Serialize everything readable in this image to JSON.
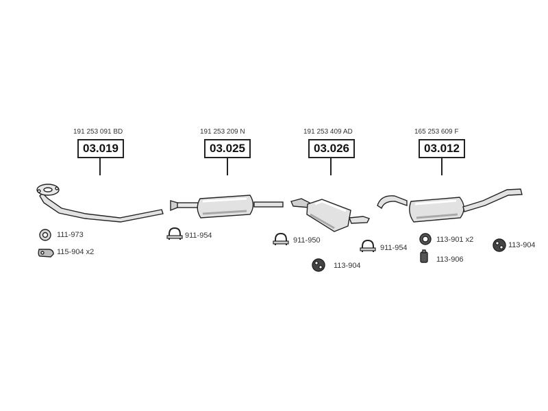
{
  "assemblies": [
    {
      "oem_number": "191 253 091 BD",
      "part_code": "03.019"
    },
    {
      "oem_number": "191 253 209 N",
      "part_code": "03.025"
    },
    {
      "oem_number": "191 253 409 AD",
      "part_code": "03.026"
    },
    {
      "oem_number": "165 253 609 F",
      "part_code": "03.012"
    }
  ],
  "accessories": [
    {
      "code": "111-973",
      "icon": "gasket-ring-icon"
    },
    {
      "code": "115-904 x2",
      "icon": "bracket-clamp-icon"
    },
    {
      "code": "911-954",
      "icon": "u-bolt-clamp-icon"
    },
    {
      "code": "911-950",
      "icon": "u-bolt-clamp-icon"
    },
    {
      "code": "113-904",
      "icon": "rubber-mount-icon"
    },
    {
      "code": "911-954",
      "icon": "u-bolt-clamp-icon"
    },
    {
      "code": "113-901 x2",
      "icon": "rubber-ring-icon"
    },
    {
      "code": "113-906",
      "icon": "rubber-hanger-icon"
    },
    {
      "code": "113-904",
      "icon": "rubber-mount-icon"
    }
  ],
  "colors": {
    "line": "#222222",
    "fill": "#e2e2e2",
    "shade": "#a8a8a8"
  }
}
